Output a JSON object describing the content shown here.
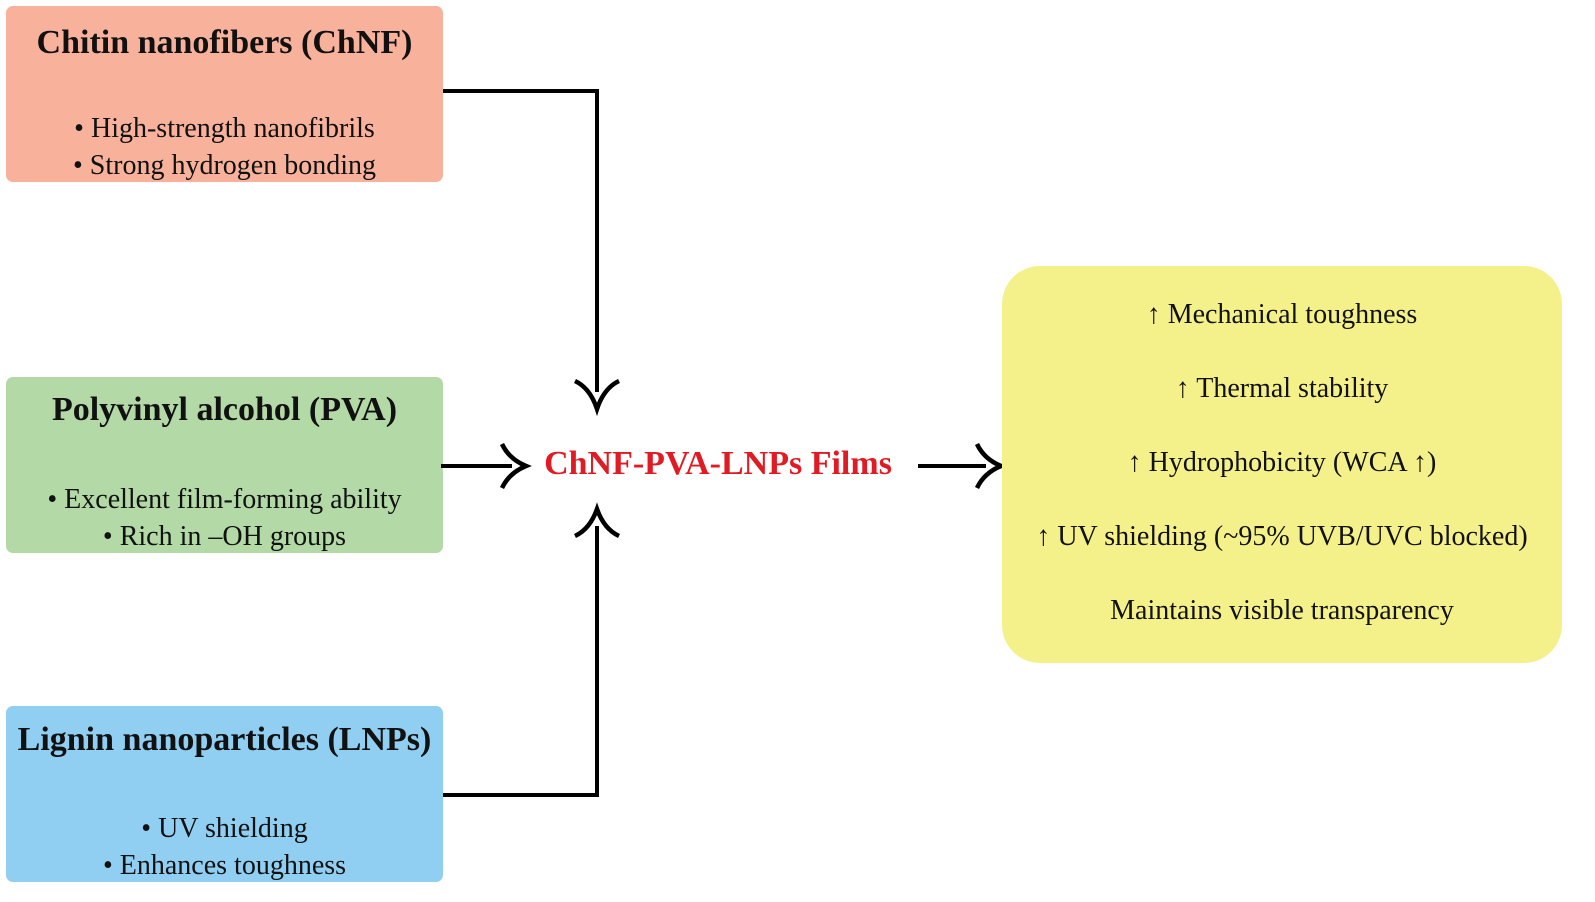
{
  "inputs": {
    "chnf": {
      "title": "Chitin nanofibers (ChNF)",
      "points": [
        "• High-strength nanofibrils",
        "• Strong hydrogen bonding"
      ],
      "color": "#f8b29c"
    },
    "pva": {
      "title": "Polyvinyl alcohol (PVA)",
      "points": [
        "• Excellent film-forming ability",
        "• Rich in –OH groups"
      ],
      "color": "#b2d9a6"
    },
    "lnp": {
      "title": "Lignin nanoparticles (LNPs)",
      "points": [
        "• UV shielding",
        "• Enhances toughness"
      ],
      "color": "#91cff2"
    }
  },
  "center": {
    "label": "ChNF-PVA-LNPs Films",
    "color": "#e01b24"
  },
  "result": {
    "lines": [
      "↑ Mechanical toughness",
      "↑ Thermal stability",
      "↑ Hydrophobicity (WCA ↑)",
      "↑ UV shielding (~95% UVB/UVC blocked)",
      "Maintains visible transparency"
    ],
    "color": "#f5f18a"
  },
  "arrow_color": "#000000"
}
